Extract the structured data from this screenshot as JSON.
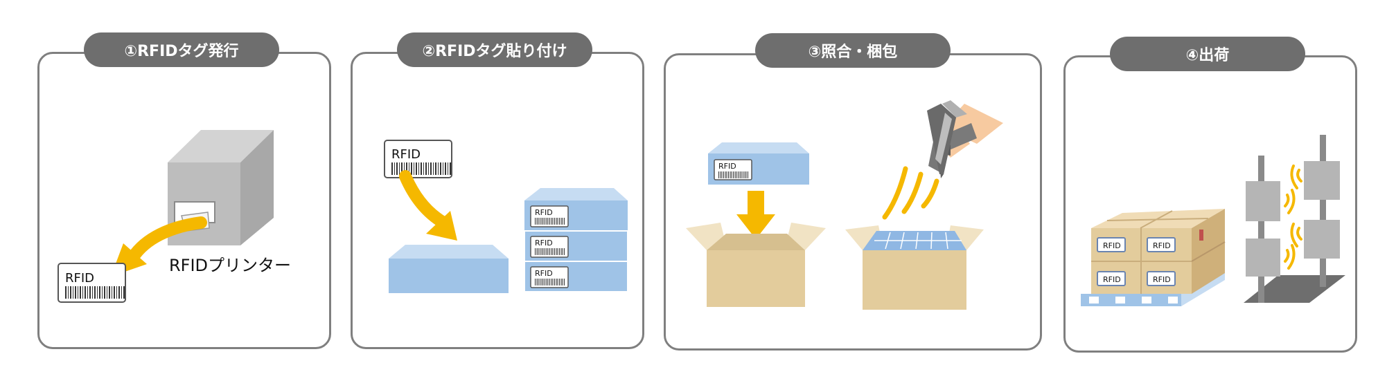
{
  "steps": [
    {
      "label": "①RFIDタグ発行"
    },
    {
      "label": "②RFIDタグ貼り付け"
    },
    {
      "label": "③照合・梱包"
    },
    {
      "label": "④出荷"
    }
  ],
  "tag_text": "RFID",
  "printer_caption": "RFIDプリンター",
  "colors": {
    "panel_border": "#7f7f7f",
    "pill_bg": "#6e6e6e",
    "arrow": "#f5b800",
    "product_blue": "#9fc3e7",
    "box_tan": "#e3cc9c",
    "printer_gray": "#b5b5b5",
    "signal": "#f5b800"
  }
}
